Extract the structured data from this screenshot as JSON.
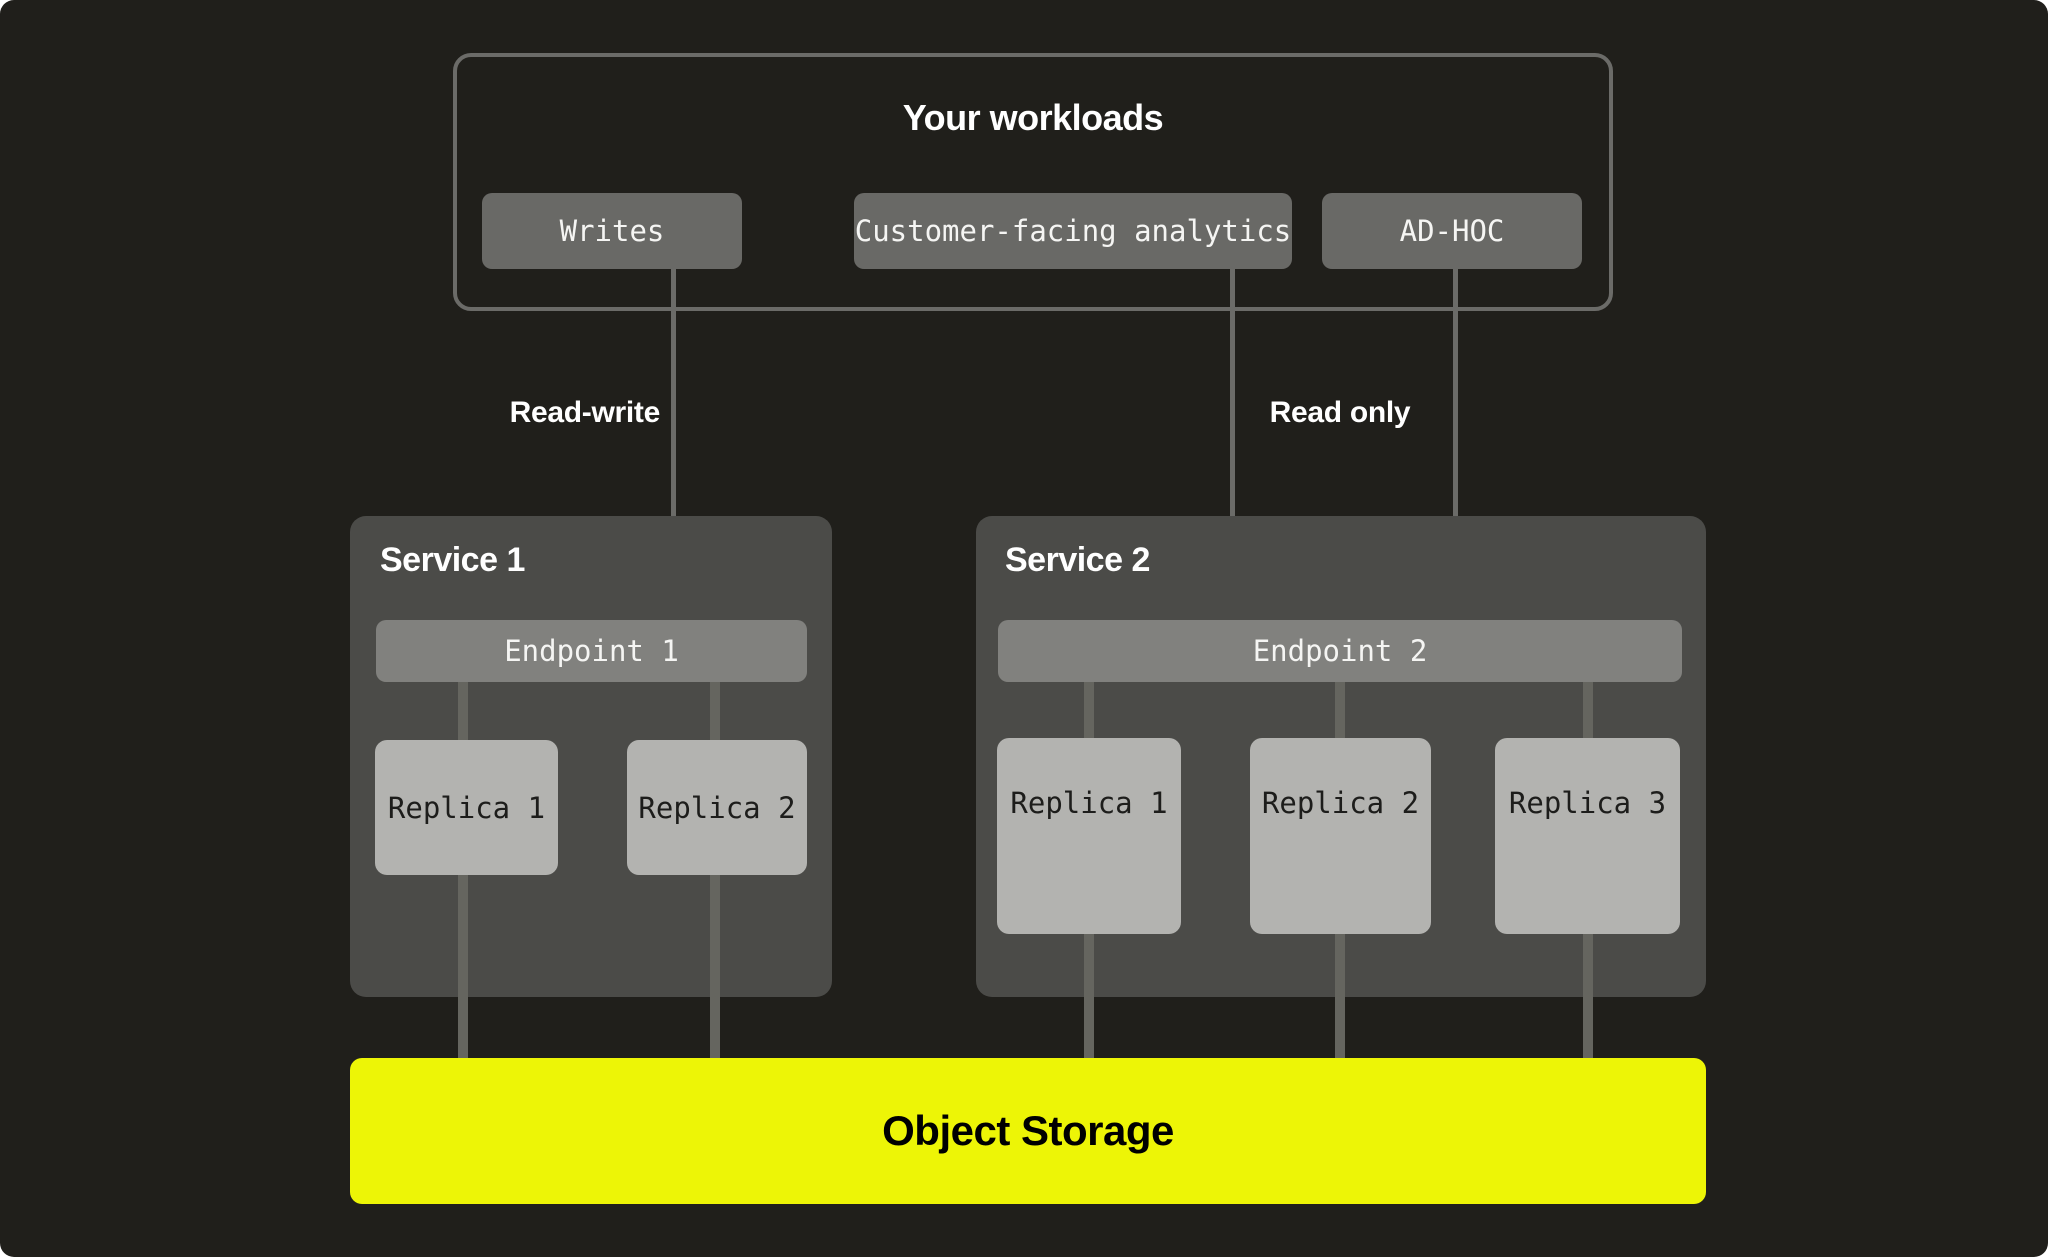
{
  "diagram": {
    "workloads": {
      "title": "Your workloads",
      "items": [
        "Writes",
        "Customer-facing analytics",
        "AD-HOC"
      ]
    },
    "flow_labels": {
      "left": "Read-write",
      "right": "Read only"
    },
    "services": [
      {
        "title": "Service 1",
        "endpoint": "Endpoint 1",
        "replicas": [
          "Replica 1",
          "Replica 2"
        ]
      },
      {
        "title": "Service 2",
        "endpoint": "Endpoint 2",
        "replicas": [
          "Replica 1",
          "Replica 2",
          "Replica 3"
        ]
      }
    ],
    "storage": {
      "label": "Object Storage"
    }
  },
  "colors": {
    "page_bg": "#ffffff",
    "canvas_bg": "#201f1b",
    "panel_border": "#6b6b68",
    "workload_button_bg": "#696966",
    "service_bg": "#4b4b48",
    "endpoint_bg": "#81817e",
    "replica_bg": "#b3b3b0",
    "connector_line": "#65655f",
    "arrow": "#6b6b68",
    "storage_bg": "#edf506",
    "text_light": "#f5f5f3",
    "text_dark": "#1d1d1b"
  }
}
